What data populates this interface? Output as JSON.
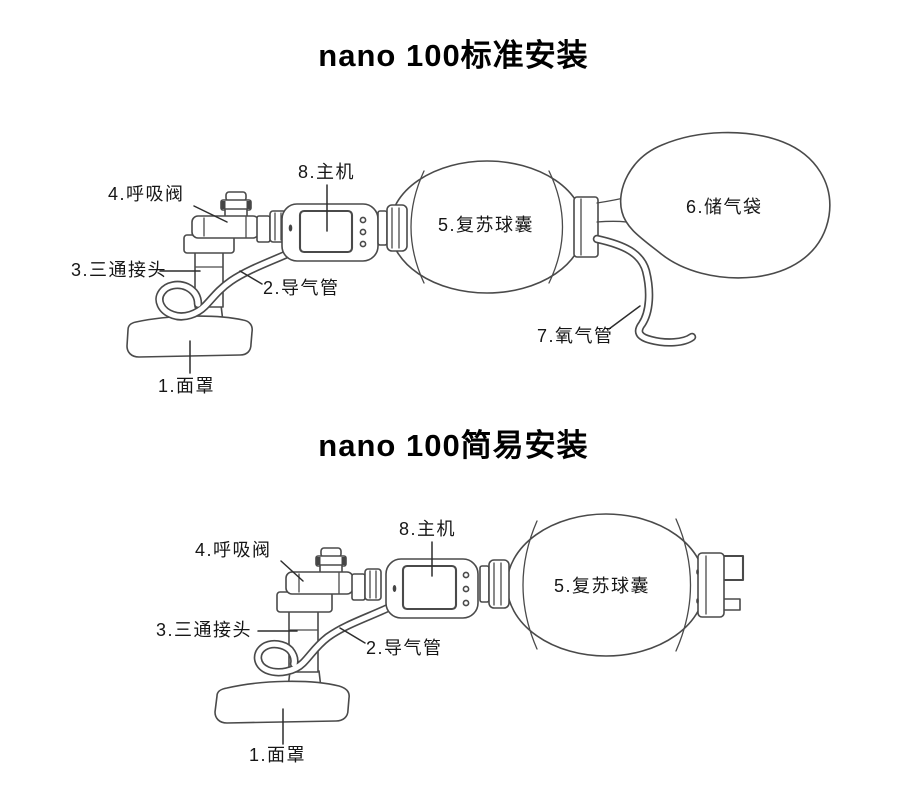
{
  "colors": {
    "background": "#ffffff",
    "line": "#4a4a4a",
    "text": "#161616",
    "title": "#000000"
  },
  "standard": {
    "title": "nano 100标准安装",
    "labels": {
      "mask": "1.面罩",
      "air_tube": "2.导气管",
      "three_way": "3.三通接头",
      "valve": "4.呼吸阀",
      "bag": "5.复苏球囊",
      "reservoir": "6.储气袋",
      "oxygen_tube": "7.氧气管",
      "main_unit": "8.主机"
    }
  },
  "simple": {
    "title": "nano 100简易安装",
    "labels": {
      "mask": "1.面罩",
      "air_tube": "2.导气管",
      "three_way": "3.三通接头",
      "valve": "4.呼吸阀",
      "bag": "5.复苏球囊",
      "main_unit": "8.主机"
    }
  }
}
